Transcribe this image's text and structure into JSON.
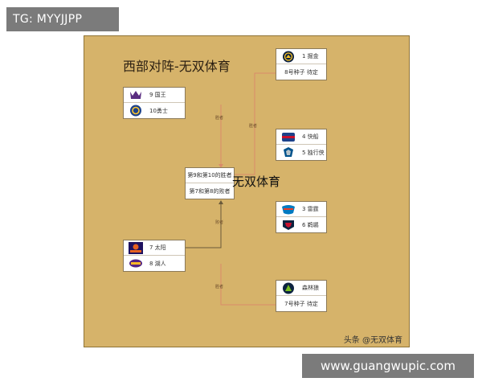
{
  "tags": {
    "top": "TG: MYYJJPP",
    "bottom": "www.guangwupic.com"
  },
  "board": {
    "title": "西部对阵-无双体育",
    "watermark": "无双体育",
    "credit": "头条 @无双体育"
  },
  "matchups": {
    "g9v10": {
      "top": "9 国王",
      "bottom": "10勇士"
    },
    "g7v8": {
      "top": "7 太阳",
      "bottom": "8 湖人"
    },
    "playin_center": {
      "top": "第9和第10的胜者",
      "bottom": "第7和第8的败者"
    },
    "seed1v8": {
      "top": "1 掘金",
      "bottom": "8号种子 待定"
    },
    "seed4v5": {
      "top": "4 快船",
      "bottom": "5 独行侠"
    },
    "seed3v6": {
      "top": "3 雷霆",
      "bottom": "6 鹈鹕"
    },
    "seed2v7": {
      "top": "森林狼",
      "bottom": "7号种子 待定"
    }
  },
  "connector_labels": {
    "winner": "胜者",
    "loser": "败者"
  },
  "colors": {
    "board": "#d6b36a",
    "connector": "#d98b6a",
    "connector_dark": "#6a5a3a"
  },
  "icons": {
    "kings": "kings-logo-icon",
    "warriors": "warriors-logo-icon",
    "suns": "suns-logo-icon",
    "lakers": "lakers-logo-icon",
    "nuggets": "nuggets-logo-icon",
    "clippers": "clippers-logo-icon",
    "mavericks": "mavericks-logo-icon",
    "thunder": "thunder-logo-icon",
    "pelicans": "pelicans-logo-icon",
    "timberwolves": "timberwolves-logo-icon"
  }
}
